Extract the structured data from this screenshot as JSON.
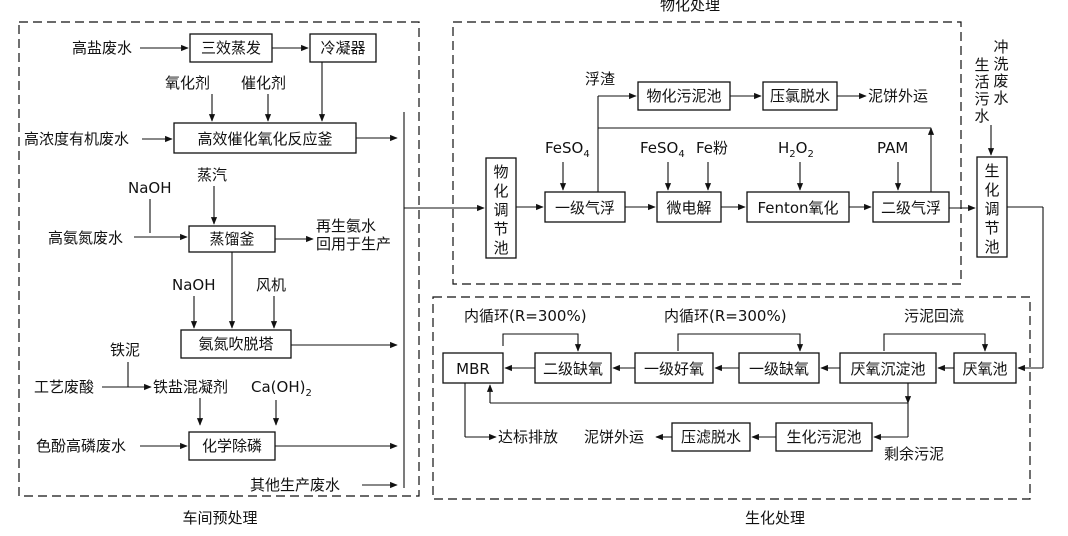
{
  "sections": {
    "pretreatment": "车间预处理",
    "physchem": "物化处理",
    "biochem": "生化处理"
  },
  "pre": {
    "high_salt": "高盐废水",
    "triple_evap": "三效蒸发",
    "condenser": "冷凝器",
    "oxidant": "氧化剂",
    "catalyst": "催化剂",
    "high_org": "高浓度有机废水",
    "cat_oxid": "高效催化氧化反应釜",
    "steam": "蒸汽",
    "naoh_1": "NaOH",
    "high_nh3": "高氨氮废水",
    "distill": "蒸馏釜",
    "regen_1": "再生氨水",
    "regen_2": "回用于生产",
    "naoh_2": "NaOH",
    "fan": "风机",
    "stripper": "氨氮吹脱塔",
    "iron_sludge": "铁泥",
    "waste_acid": "工艺废酸",
    "iron_coag": "铁盐混凝剂",
    "caoh2_main": "Ca(OH)",
    "caoh2_sub": "2",
    "high_p": "色酚高磷废水",
    "chem_p": "化学除磷",
    "other": "其他生产废水"
  },
  "phys": {
    "adjust": [
      "物",
      "化",
      "调",
      "节",
      "池"
    ],
    "feso4_1_main": "FeSO",
    "feso4_1_sub": "4",
    "float1": "一级气浮",
    "scum": "浮渣",
    "pc_sludge": "物化污泥池",
    "press_cl": "压氯脱水",
    "cake_out_1": "泥饼外运",
    "feso4_2_main": "FeSO",
    "feso4_2_sub": "4",
    "fe_powder": "Fe粉",
    "micro": "微电解",
    "h2o2_h": "H",
    "h2o2_2a": "2",
    "h2o2_o": "O",
    "h2o2_2b": "2",
    "fenton": "Fenton氧化",
    "pam": "PAM",
    "float2": "二级气浮"
  },
  "right": {
    "flush_col1": [
      "生",
      "活",
      "污",
      "水"
    ],
    "flush_col2": [
      "冲",
      "洗",
      "废",
      "水"
    ],
    "bio_adjust": [
      "生",
      "化",
      "调",
      "节",
      "池"
    ]
  },
  "bio": {
    "recycle_1": "内循环(R=300%)",
    "recycle_2": "内循环(R=300%)",
    "sludge_return": "污泥回流",
    "mbr": "MBR",
    "anoxic2": "二级缺氧",
    "aerobic1": "一级好氧",
    "anoxic1": "一级缺氧",
    "anaer_settle": "厌氧沉淀池",
    "anaerobic": "厌氧池",
    "discharge": "达标排放",
    "cake_out_2": "泥饼外运",
    "filter_press": "压滤脱水",
    "bio_sludge": "生化污泥池",
    "excess": "剩余污泥"
  }
}
